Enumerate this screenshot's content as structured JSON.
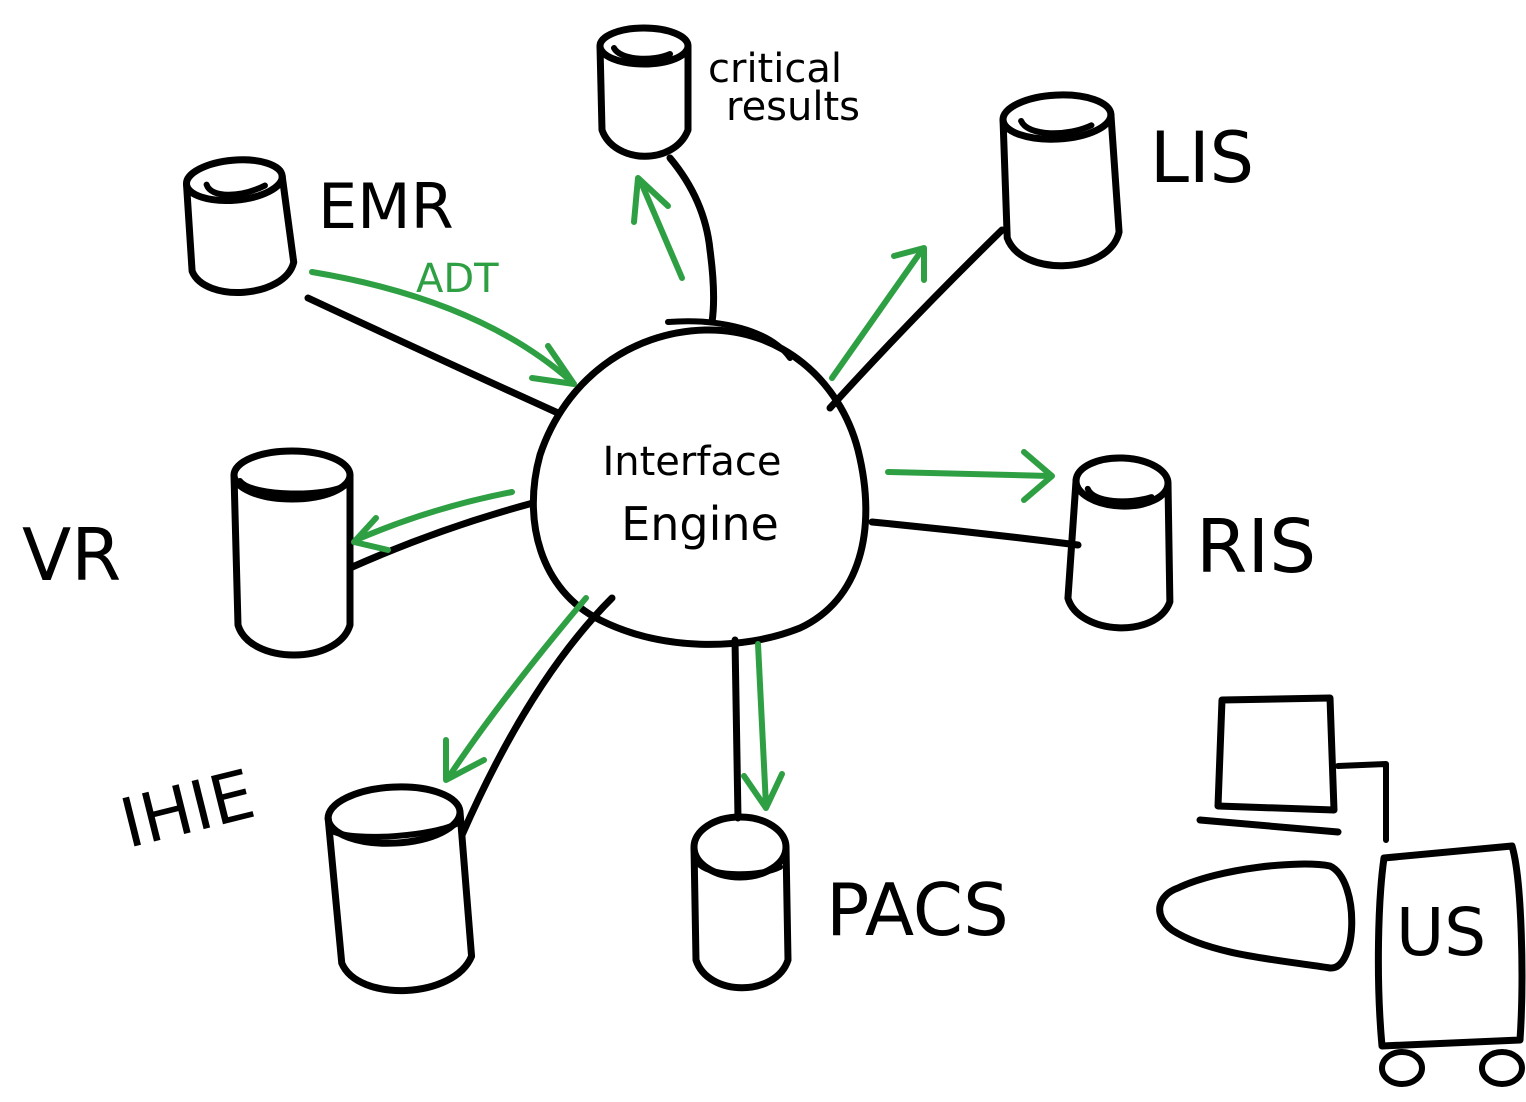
{
  "diagram": {
    "hub_label_line1": "Interface",
    "hub_label_line2": "Engine",
    "nodes": {
      "emr": "EMR",
      "critical_line1": "critical",
      "critical_line2": "results",
      "lis": "LIS",
      "ris": "RIS",
      "vr": "VR",
      "ihie": "IHIE",
      "pacs": "PACS",
      "us": "US"
    },
    "flow_label_adt": "ADT"
  },
  "colors": {
    "ink": "#000000",
    "flow": "#2ea043",
    "background": "#ffffff"
  },
  "icons": {
    "database": "database-cylinder-icon",
    "workstation": "computer-monitor-icon",
    "mouse": "mouse-icon",
    "ultrasound_cart": "ultrasound-cart-icon"
  }
}
